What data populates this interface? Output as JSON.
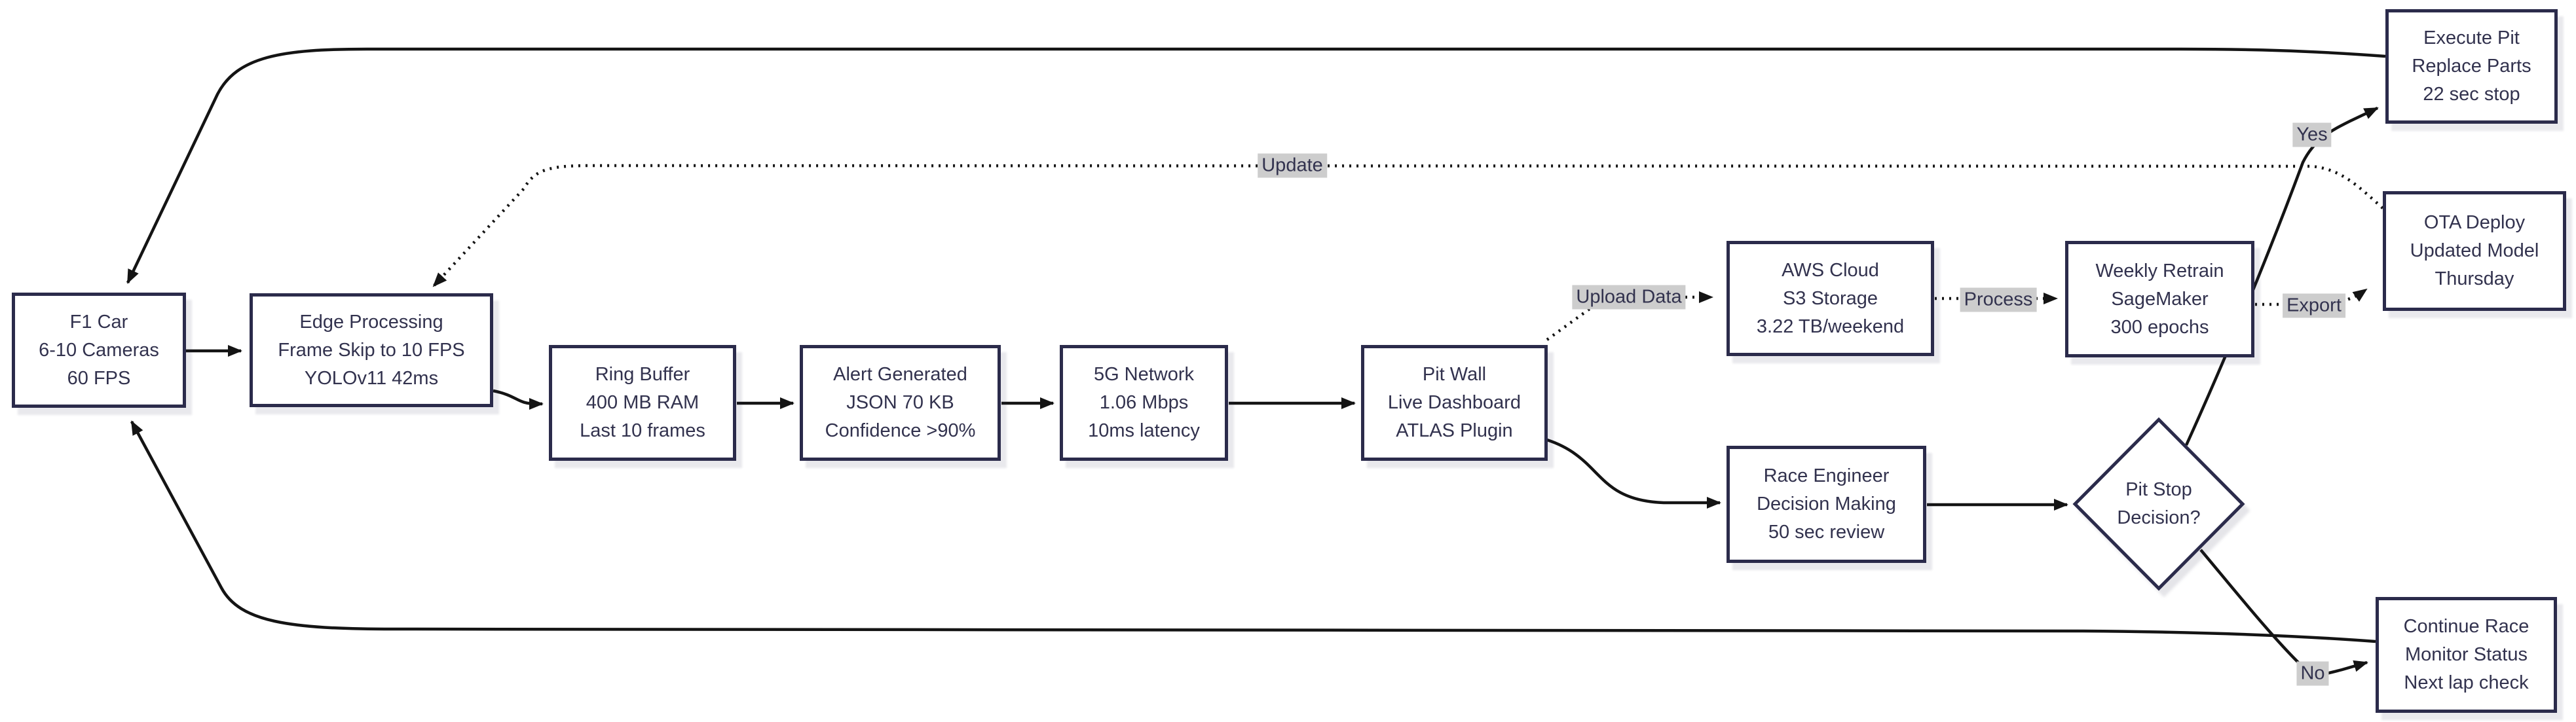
{
  "diagram": {
    "type": "flowchart",
    "direction": "left-to-right",
    "nodes": {
      "f1_car": {
        "lines": [
          "F1 Car",
          "6-10 Cameras",
          "60 FPS"
        ]
      },
      "edge_processing": {
        "lines": [
          "Edge Processing",
          "Frame Skip to 10 FPS",
          "YOLOv11 42ms"
        ]
      },
      "ring_buffer": {
        "lines": [
          "Ring Buffer",
          "400 MB RAM",
          "Last 10 frames"
        ]
      },
      "alert_generated": {
        "lines": [
          "Alert Generated",
          "JSON 70 KB",
          "Confidence >90%"
        ]
      },
      "network_5g": {
        "lines": [
          "5G Network",
          "1.06 Mbps",
          "10ms latency"
        ]
      },
      "pit_wall": {
        "lines": [
          "Pit Wall",
          "Live Dashboard",
          "ATLAS Plugin"
        ]
      },
      "aws_cloud": {
        "lines": [
          "AWS Cloud",
          "S3 Storage",
          "3.22 TB/weekend"
        ]
      },
      "weekly_retrain": {
        "lines": [
          "Weekly Retrain",
          "SageMaker",
          "300 epochs"
        ]
      },
      "race_engineer": {
        "lines": [
          "Race Engineer",
          "Decision Making",
          "50 sec review"
        ]
      },
      "pit_stop_decision": {
        "lines": [
          "Pit Stop",
          "Decision?"
        ]
      },
      "execute_pit": {
        "lines": [
          "Execute Pit",
          "Replace Parts",
          "22 sec stop"
        ]
      },
      "ota_deploy": {
        "lines": [
          "OTA Deploy",
          "Updated Model",
          "Thursday"
        ]
      },
      "continue_race": {
        "lines": [
          "Continue Race",
          "Monitor Status",
          "Next lap check"
        ]
      }
    },
    "edge_labels": {
      "update": "Update",
      "upload_data": "Upload Data",
      "process": "Process",
      "export": "Export",
      "yes": "Yes",
      "no": "No"
    },
    "edges": [
      {
        "from": "f1_car",
        "to": "edge_processing",
        "style": "solid"
      },
      {
        "from": "edge_processing",
        "to": "ring_buffer",
        "style": "solid"
      },
      {
        "from": "ring_buffer",
        "to": "alert_generated",
        "style": "solid"
      },
      {
        "from": "alert_generated",
        "to": "network_5g",
        "style": "solid"
      },
      {
        "from": "network_5g",
        "to": "pit_wall",
        "style": "solid"
      },
      {
        "from": "pit_wall",
        "to": "aws_cloud",
        "style": "dotted",
        "label": "Upload Data"
      },
      {
        "from": "pit_wall",
        "to": "race_engineer",
        "style": "solid"
      },
      {
        "from": "aws_cloud",
        "to": "weekly_retrain",
        "style": "dotted",
        "label": "Process"
      },
      {
        "from": "weekly_retrain",
        "to": "ota_deploy",
        "style": "dotted",
        "label": "Export"
      },
      {
        "from": "ota_deploy",
        "to": "edge_processing",
        "style": "dotted",
        "label": "Update"
      },
      {
        "from": "race_engineer",
        "to": "pit_stop_decision",
        "style": "solid"
      },
      {
        "from": "pit_stop_decision",
        "to": "execute_pit",
        "style": "solid",
        "label": "Yes"
      },
      {
        "from": "pit_stop_decision",
        "to": "continue_race",
        "style": "solid",
        "label": "No"
      },
      {
        "from": "execute_pit",
        "to": "f1_car",
        "style": "solid"
      },
      {
        "from": "continue_race",
        "to": "f1_car",
        "style": "solid"
      }
    ],
    "colors": {
      "canvas_bg": "#ffffff",
      "node_bg": "#ffffff",
      "node_border": "#2b2b4b",
      "ink": "#32324e",
      "edge_line": "#141414",
      "label_bg": "#cdcdcd"
    }
  }
}
